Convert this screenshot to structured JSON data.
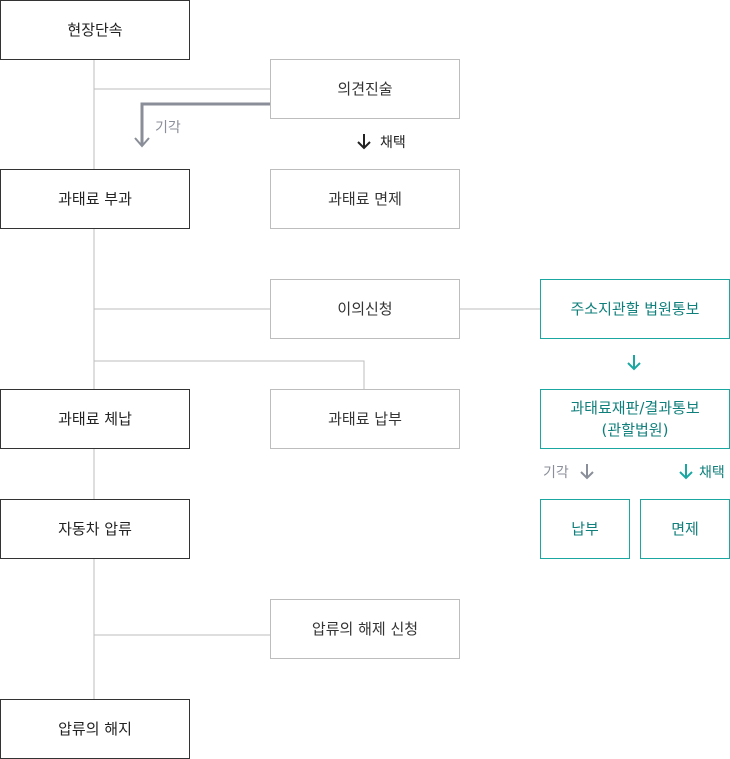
{
  "main_flow": {
    "onsite": "현장단속",
    "impose": "과태료 부과",
    "arrears": "과태료 체납",
    "seizure": "자동차 압류",
    "release": "압류의 해지"
  },
  "side_flow": {
    "opinion": "의견진술",
    "exemption": "과태료 면제",
    "objection": "이의신청",
    "payment": "과태료 납부",
    "release_request": "압류의 해제 신청"
  },
  "court_flow": {
    "notify": "주소지관할 법원통보",
    "trial_line1": "과태료재판/결과통보",
    "trial_line2": "(관할법원)",
    "pay": "납부",
    "exempt": "면제"
  },
  "labels": {
    "dismissed": "기각",
    "adopted": "채택"
  },
  "colors": {
    "main_border": "#333333",
    "side_border": "#bdbdbd",
    "court_teal": "#1aa7a2",
    "connector": "#bdbdbd",
    "gray_arrow": "#8a8e99",
    "dark_arrow": "#222222"
  }
}
